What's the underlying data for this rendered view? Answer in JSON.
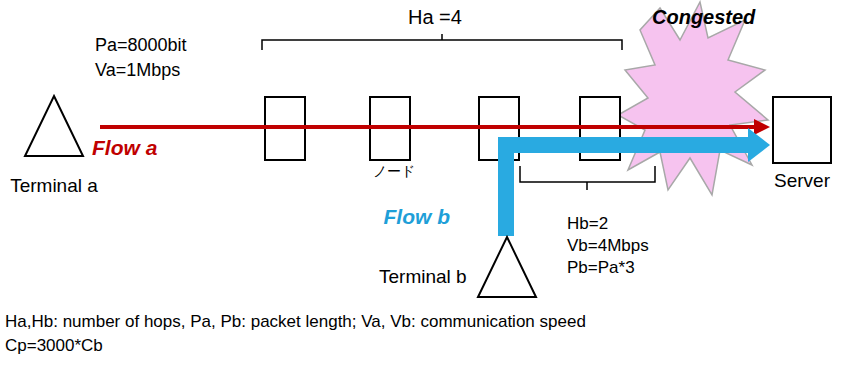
{
  "diagram": {
    "nodes": [
      {
        "text": [
          "Terminal a"
        ]
      },
      {
        "text": [
          "Terminal b"
        ]
      },
      {
        "text": [
          "Server"
        ]
      }
    ],
    "edges": [
      {
        "from": 0,
        "to": 2,
        "arrow": "to",
        "label": "Flow a"
      },
      {
        "from": 1,
        "to": 2,
        "arrow": "to",
        "label": "Flow b"
      }
    ],
    "labels": [
      "Pa=8000bit",
      "Va=1Mbps",
      "Ha =4",
      "ノード",
      "Congested",
      "Hb=2",
      "Vb=4Mbps",
      "Pb=Pa*3",
      "Ha,Hb: number of hops, Pa, Pb: packet length; Va, Vb: communication speed",
      "Cp=3000*Cb"
    ]
  }
}
